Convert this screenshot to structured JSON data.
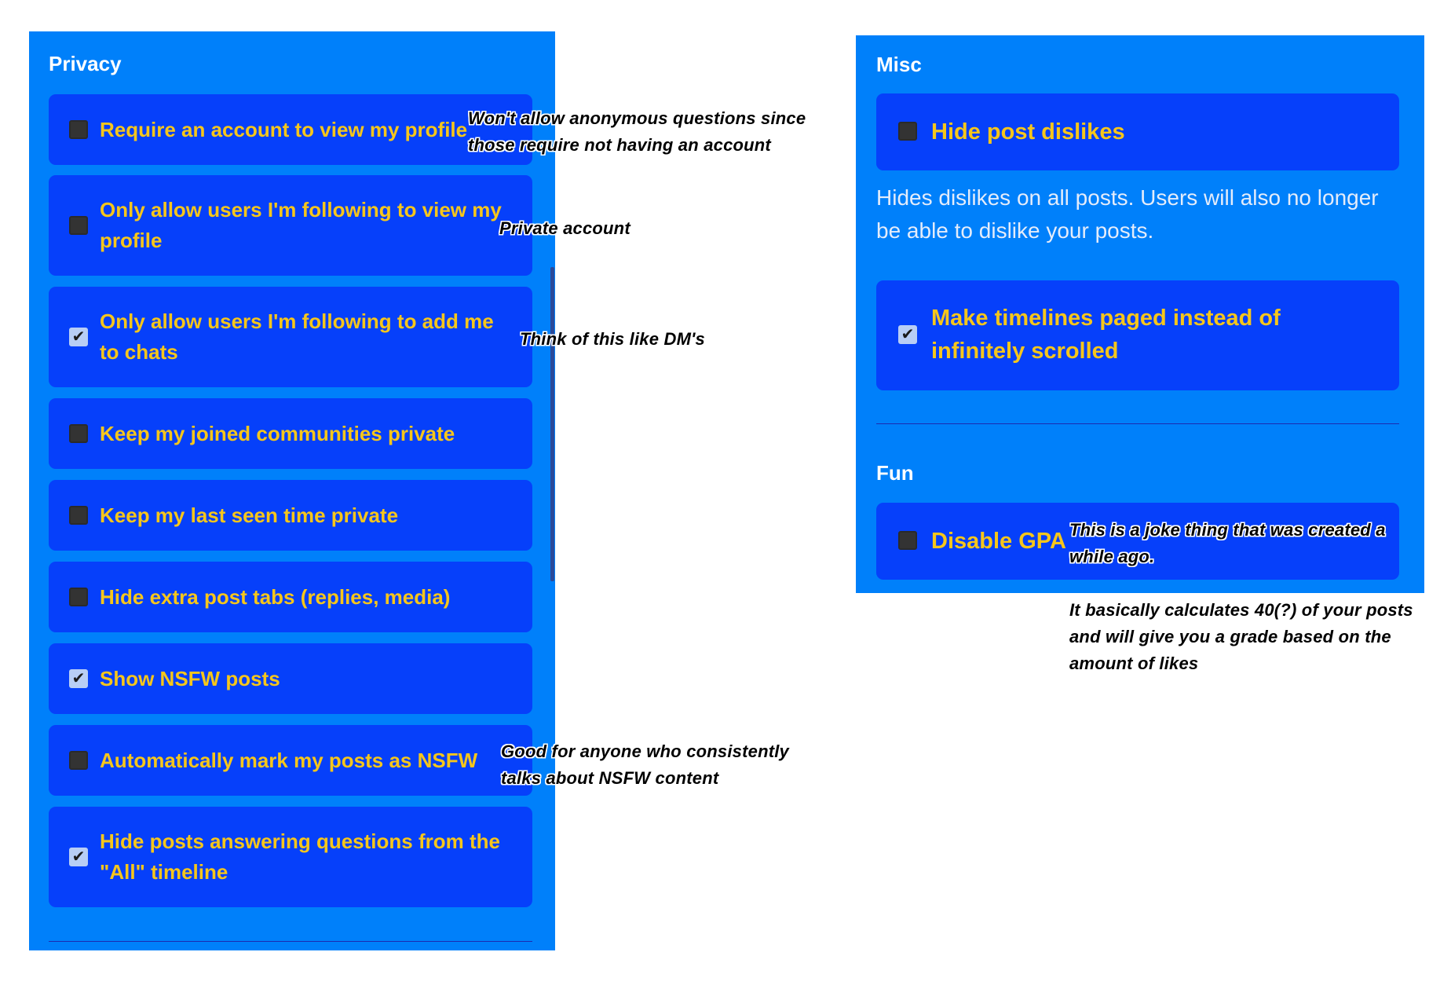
{
  "privacy": {
    "title": "Privacy",
    "options": [
      {
        "label": "Require an account to view my profile",
        "checked": false
      },
      {
        "label": "Only allow users I'm following to view my profile",
        "checked": false
      },
      {
        "label": "Only allow users I'm following to add me to chats",
        "checked": true
      },
      {
        "label": "Keep my joined communities private",
        "checked": false
      },
      {
        "label": "Keep my last seen time private",
        "checked": false
      },
      {
        "label": "Hide extra post tabs (replies, media)",
        "checked": false
      },
      {
        "label": "Show NSFW posts",
        "checked": true
      },
      {
        "label": "Automatically mark my posts as NSFW",
        "checked": false
      },
      {
        "label": "Hide posts answering questions from the \"All\" timeline",
        "checked": true
      }
    ]
  },
  "misc": {
    "title": "Misc",
    "options": [
      {
        "label": "Hide post dislikes",
        "checked": false,
        "description": "Hides dislikes on all posts. Users will also no longer be able to dislike your posts."
      },
      {
        "label": "Make timelines paged instead of infinitely scrolled",
        "checked": true
      }
    ]
  },
  "fun": {
    "title": "Fun",
    "options": [
      {
        "label": "Disable GPA",
        "checked": false
      }
    ]
  },
  "annotations": {
    "require_account": "Won't allow anonymous questions since those require not having an account",
    "private_account": "Private account",
    "chats": "Think of this like DM's",
    "auto_nsfw": "Good for anyone who consistently talks about NSFW content",
    "gpa_joke": "This is a joke thing that was created a while ago.",
    "gpa_explain": "It basically calculates 40(?) of your posts and will give you a grade based on the amount of likes"
  }
}
